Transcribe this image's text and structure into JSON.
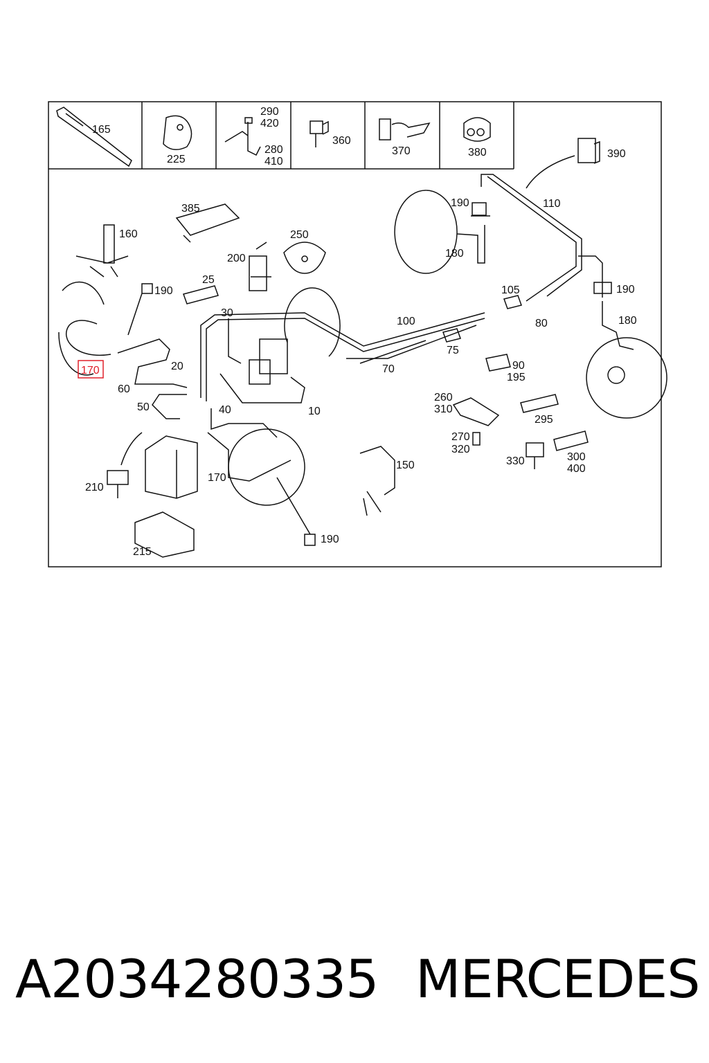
{
  "diagram": {
    "highlight_label": "170",
    "labels": {
      "l165": "165",
      "l225": "225",
      "l290": "290",
      "l420": "420",
      "l280": "280",
      "l410": "410",
      "l360": "360",
      "l370": "370",
      "l380": "380",
      "l390": "390",
      "l110": "110",
      "l190a": "190",
      "l180a": "180",
      "l385": "385",
      "l250": "250",
      "l160": "160",
      "l200": "200",
      "l190b": "190",
      "l25": "25",
      "l30": "30",
      "l100": "100",
      "l105": "105",
      "l190c": "190",
      "l80": "80",
      "l180b": "180",
      "l75": "75",
      "l70": "70",
      "l90": "90",
      "l195": "195",
      "l20": "20",
      "l60": "60",
      "l50": "50",
      "l40": "40",
      "l10": "10",
      "l260": "260",
      "l310": "310",
      "l295": "295",
      "l270": "270",
      "l320": "320",
      "l330": "330",
      "l300": "300",
      "l400": "400",
      "l170b": "170",
      "l150": "150",
      "l210": "210",
      "l215": "215",
      "l190d": "190"
    }
  },
  "footer": {
    "part_number": "A2034280335",
    "brand": "MERCEDES"
  },
  "colors": {
    "highlight": "#e0202a",
    "line": "#111111"
  }
}
